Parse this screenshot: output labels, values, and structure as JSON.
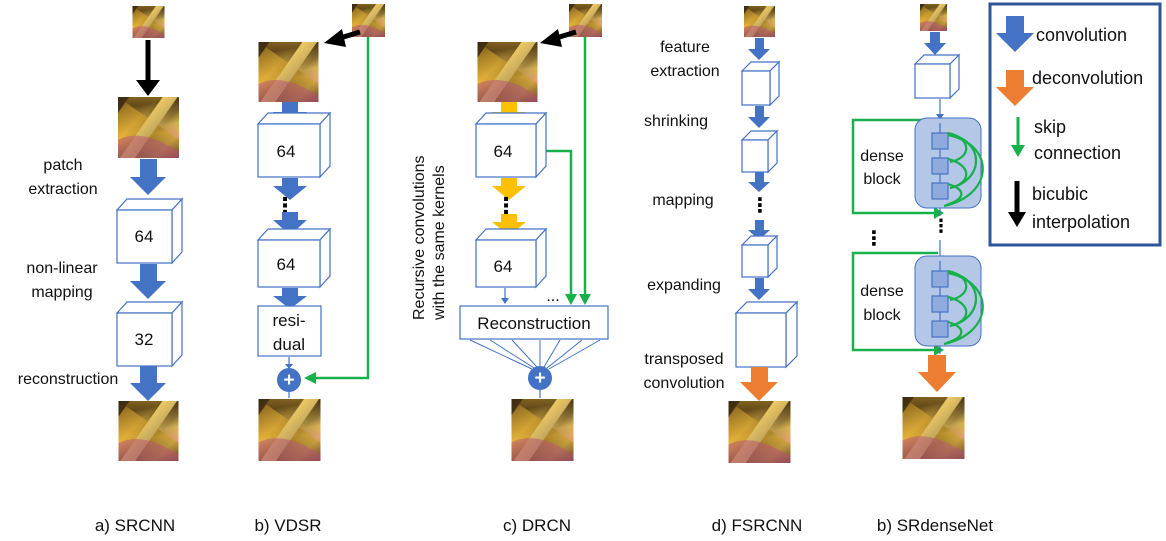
{
  "colors": {
    "convolution": "#4472C4",
    "deconvolution": "#ED7D31",
    "skip": "#18B04A",
    "bicubic": "#000000",
    "recursive": "#FFC000",
    "dense_block_fill": "#B4C7E7",
    "legend_border": "#2F5597"
  },
  "srcnn": {
    "caption": "a) SRCNN",
    "step1_line1": "patch",
    "step1_line2": "extraction",
    "step2_line1": "non-linear",
    "step2_line2": "mapping",
    "step3": "reconstruction",
    "box1": "64",
    "box2": "32"
  },
  "vdsr": {
    "caption": "b) VDSR",
    "box1": "64",
    "box2": "64",
    "dots": "⋮",
    "residual_line1": "resi-",
    "residual_line2": "dual",
    "plus": "+"
  },
  "drcn": {
    "caption": "c) DRCN",
    "side_line1": "Recursive convolutions",
    "side_line2": "with the same kernels",
    "box1": "64",
    "box2": "64",
    "dots": "⋮",
    "ellipsis": "...",
    "reconstruction": "Reconstruction",
    "plus": "+"
  },
  "fsrcnn": {
    "caption": "d) FSRCNN",
    "l1a": "feature",
    "l1b": "extraction",
    "l2": "shrinking",
    "l3": "mapping",
    "l4": "expanding",
    "l5a": "transposed",
    "l5b": "convolution",
    "dots": "⋮"
  },
  "srdensenet": {
    "caption": "b) SRdenseNet",
    "block1_line1": "dense",
    "block1_line2": "block",
    "block2_line1": "dense",
    "block2_line2": "block",
    "dots": "⋮",
    "dots2": "⋮"
  },
  "legend": {
    "convolution": "convolution",
    "deconvolution": "deconvolution",
    "skip_line1": "skip",
    "skip_line2": "connection",
    "bicubic_line1": "bicubic",
    "bicubic_line2": "interpolation"
  }
}
